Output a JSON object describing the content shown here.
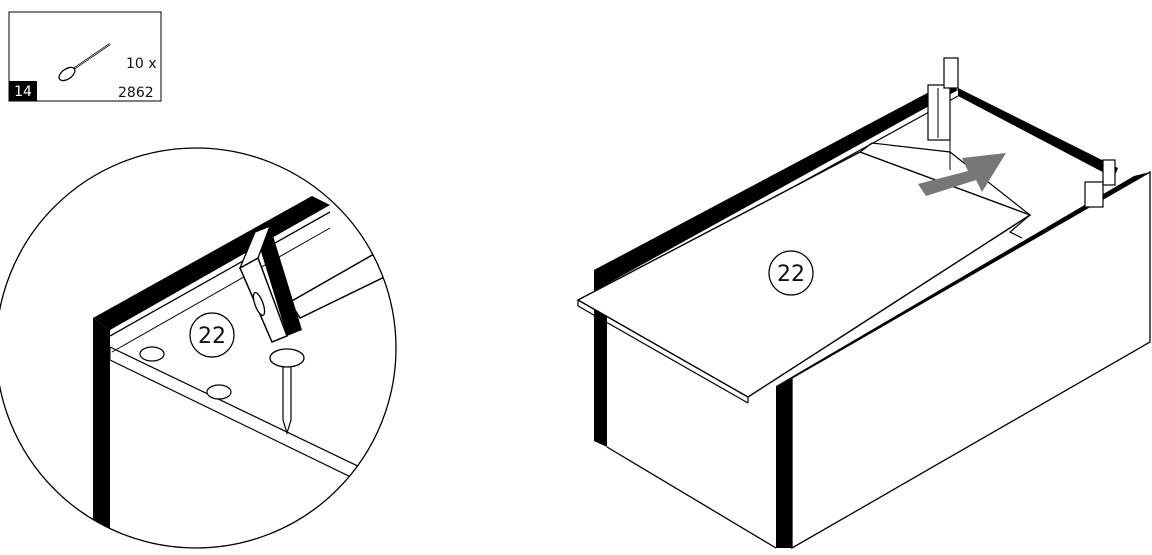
{
  "step": {
    "number": "14"
  },
  "hardware": {
    "quantity": "10 x",
    "part_number": "2862"
  },
  "detail": {
    "part_label": "22"
  },
  "main": {
    "part_label": "22"
  }
}
